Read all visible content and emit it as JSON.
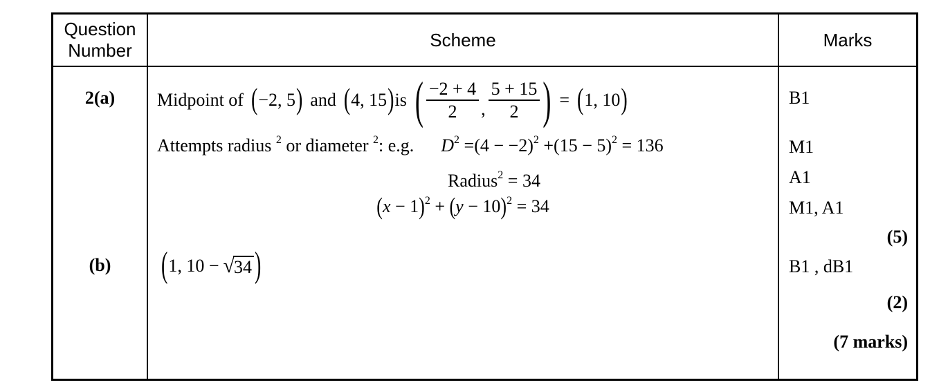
{
  "header": {
    "question_number": "Question Number",
    "scheme": "Scheme",
    "marks": "Marks"
  },
  "question_labels": {
    "part_a": "2(a)",
    "part_b": "(b)"
  },
  "scheme": {
    "line1": {
      "midpoint_of": "Midpoint of",
      "open": "(",
      "point1": "−2, 5",
      "close": ")",
      "and": "and",
      "point2": "4, 15",
      "is": "is",
      "frac1_num": "−2 + 4",
      "frac1_den": "2",
      "comma": ",",
      "frac2_num": "5 + 15",
      "frac2_den": "2",
      "equals": "=",
      "result": "1, 10"
    },
    "line2": {
      "attempts": "Attempts radius",
      "sup_a": "2",
      "or_diameter": "or diameter",
      "sup_b": "2",
      "eg": ": e.g.",
      "d_var": "D",
      "d_sup": "2",
      "eq1": "=",
      "term1": "(4 − −2)",
      "term1_sup": "2",
      "plus": "+",
      "term2": "(15 − 5)",
      "term2_sup": "2",
      "eq2": "= 136"
    },
    "line3": {
      "radius": "Radius",
      "sup": "2",
      "eq": " = 34"
    },
    "line4": {
      "open1": "(",
      "x_var": "x",
      "rest1": " − 1",
      "close1": ")",
      "sup1": "2",
      "plus": " + ",
      "open2": "(",
      "y_var": "y",
      "rest2": " − 10",
      "close2": ")",
      "sup2": "2",
      "eq": " = 34"
    },
    "line_b": {
      "open": "(",
      "pre": "1, 10 −",
      "sqrt_sign": "√",
      "radicand": "34",
      "close": ")"
    }
  },
  "marks": {
    "b1": "B1",
    "m1": "M1",
    "a1": "A1",
    "m1_a1": "M1, A1",
    "subtotal_a": "(5)",
    "b1_db1": "B1 , dB1",
    "subtotal_b": "(2)",
    "total": "(7 marks)"
  }
}
